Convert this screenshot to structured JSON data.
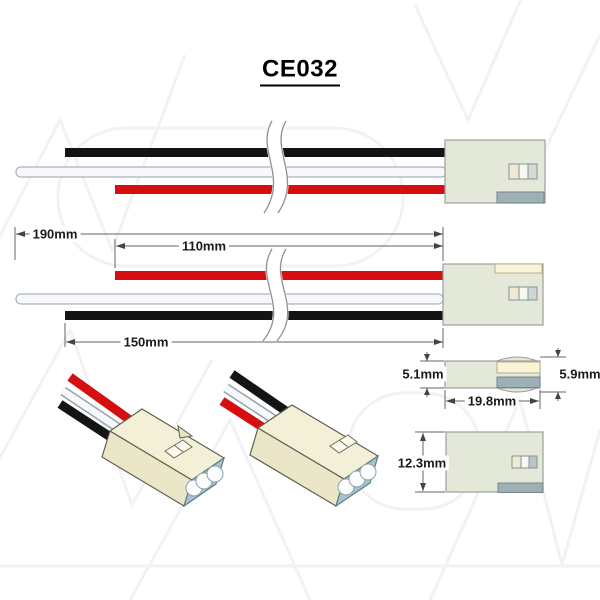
{
  "title": "CE032",
  "dimensions": {
    "overall_length": "190mm",
    "red_wire_length": "110mm",
    "black_wire_length": "150mm",
    "connector_length": "19.8mm",
    "body_height": "5.1mm",
    "overall_height": "5.9mm",
    "connector_width": "12.3mm"
  },
  "palette": {
    "wire_red": "#d50f0f",
    "wire_black": "#141414",
    "wire_white": "#f6f8fb",
    "wire_white_outline": "#98a0ab",
    "housing_body": "#e3e8d9",
    "housing_outline": "#9aa09c",
    "tab_cream": "#f8f4d8",
    "latch_gray": "#9db0b5",
    "shell_top": "#f4f0d8",
    "shell_front": "#ebe6c8",
    "mating_face": "#a9c2cc",
    "hole_white": "#fdfdfd",
    "dim_line": "#666666",
    "watermark": "#f2f2f2"
  },
  "wires": [
    {
      "name": "black",
      "hex": "#141414"
    },
    {
      "name": "white",
      "hex": "#f6f8fb"
    },
    {
      "name": "red",
      "hex": "#d50f0f"
    }
  ]
}
